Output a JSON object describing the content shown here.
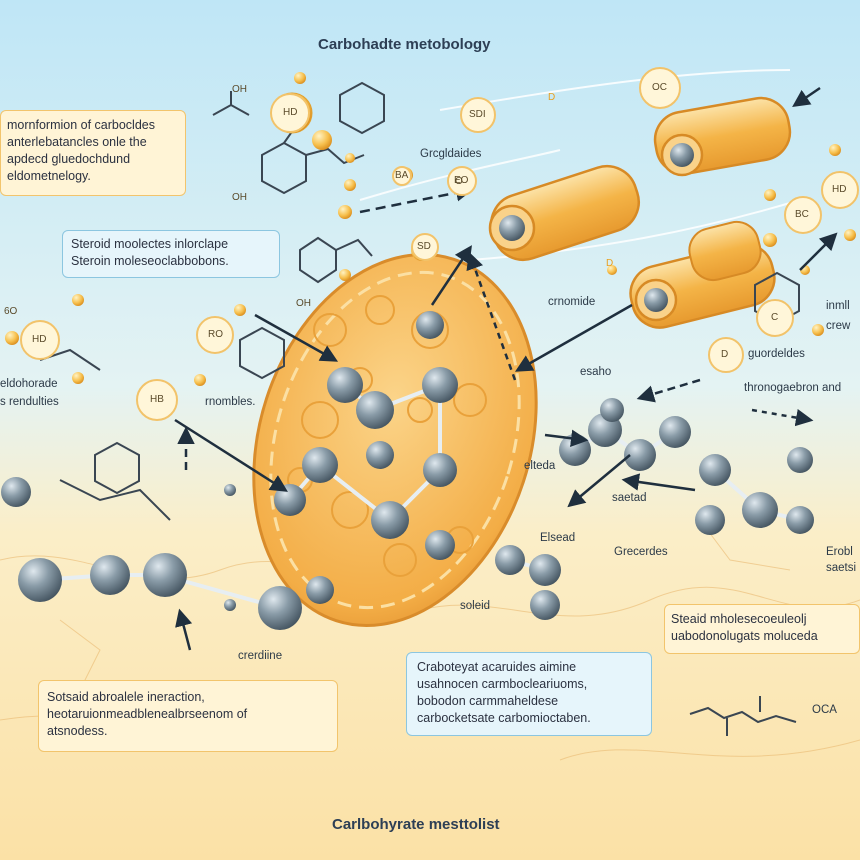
{
  "title_top": "Carbohadte metobology",
  "title_bottom": "Carlbohyrate mesttolist",
  "callouts": {
    "top_left": [
      "mornformion of carbocldes",
      "anterlebatancles onle the",
      "apdecd gluedochdund",
      "eldometnelogy."
    ],
    "steroid": [
      "Steroid moolectes inlorclape",
      "Steroin moleseoclabbobons."
    ],
    "bottom_left": [
      "Sotsaid abroalele ineraction,",
      "heotaruionmeadblenealbrseenom of",
      "atsnodess."
    ],
    "bottom_center": [
      "Craboteyat acaruides aimine",
      "usahnocen carmbocleariuoms,",
      "bobodon carmmaheldese",
      "carbocketsate carbomioctaben."
    ],
    "right": [
      "Steaid mholesecoeuleolj",
      "uabodonolugats moluceda"
    ]
  },
  "labels": {
    "grcgldaldes": "Grcgldaides",
    "crnomide": "crnomide",
    "estaho": "esaho",
    "guordeldes": "guordeldes",
    "throneogeon": "thronogaebron and",
    "inml_crew": [
      "inmll",
      "crew"
    ],
    "rnombles": "rnombles.",
    "eldohorade": [
      "eldohorade",
      "s rendulties"
    ],
    "elteda": "elteda",
    "saetad": "saetad",
    "elsead": "Elsead",
    "grecerdes": "Grecerdes",
    "eroblu": [
      "Erobl",
      "saetsi"
    ],
    "soleid": "soleid",
    "erceride": "crerdiine",
    "ester_end": "OCA"
  },
  "tags": {
    "sdi": "SDI",
    "oc": "OC",
    "d1": "D",
    "d2": "D",
    "d3": "D",
    "c": "C",
    "hd_top": "HD",
    "hd_left": "HD",
    "hd_right": "HD",
    "hb": "HB",
    "ro": "RO",
    "bc": "BC",
    "eo": "EO",
    "sd": "SD",
    "ba": "BA",
    "o1": "O",
    "oh": [
      "OH",
      "OH",
      "6O",
      "OH"
    ]
  },
  "colors": {
    "sky": "#c7e9f5",
    "cream": "#fbe6b4",
    "cell": "#f3b34e",
    "sphere": "#7d8f9c",
    "atom": "#f5b041",
    "arrow": "#1f2f3e"
  }
}
